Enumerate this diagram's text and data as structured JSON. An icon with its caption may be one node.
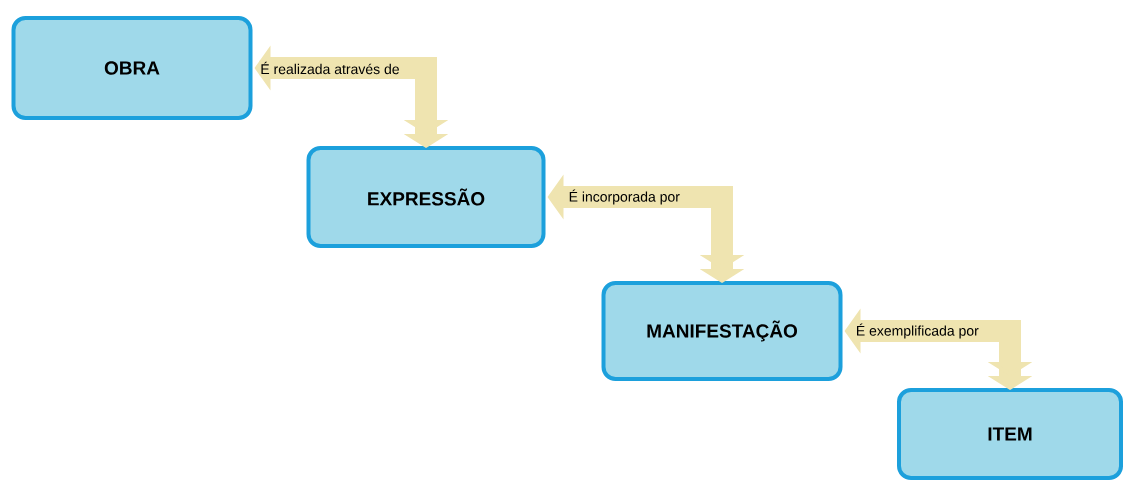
{
  "diagram": {
    "nodes": [
      {
        "text": [
          "OBRA"
        ]
      },
      {
        "text": [
          "EXPRESSÃO"
        ]
      },
      {
        "text": [
          "MANIFESTAÇÃO"
        ]
      },
      {
        "text": [
          "ITEM"
        ]
      }
    ],
    "edges": [
      {
        "from": 0,
        "to": 1,
        "arrow": "both",
        "label": "É realizada através de"
      },
      {
        "from": 1,
        "to": 2,
        "arrow": "both",
        "label": "É incorporada por"
      },
      {
        "from": 2,
        "to": 3,
        "arrow": "both",
        "label": "É exemplificada por"
      }
    ]
  }
}
